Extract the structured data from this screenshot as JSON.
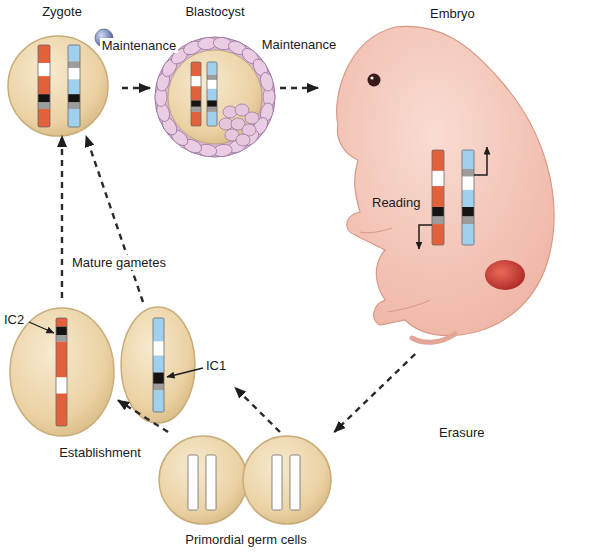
{
  "diagram": {
    "nodes": [
      {
        "text": [
          "Zygote"
        ]
      },
      {
        "text": [
          "Blastocyst"
        ]
      },
      {
        "text": [
          "Embryo",
          "Reading"
        ]
      },
      {
        "text": [
          "IC2"
        ]
      },
      {
        "text": [
          "IC1"
        ]
      },
      {
        "text": [
          "Primordial germ cells"
        ]
      }
    ],
    "edges": [
      {
        "from": 0,
        "to": 1,
        "label": "Maintenance",
        "arrow": "to"
      },
      {
        "from": 1,
        "to": 2,
        "label": "Maintenance",
        "arrow": "to"
      },
      {
        "from": 2,
        "to": 5,
        "label": "Erasure",
        "arrow": "to"
      },
      {
        "from": 5,
        "to": 3,
        "label": "Establishment",
        "arrow": "to"
      },
      {
        "from": 5,
        "to": 4,
        "arrow": "to"
      },
      {
        "from": 3,
        "to": 0,
        "arrow": "to"
      },
      {
        "from": 4,
        "to": 0,
        "arrow": "to"
      }
    ],
    "labels": [
      "Mature gametes"
    ]
  }
}
